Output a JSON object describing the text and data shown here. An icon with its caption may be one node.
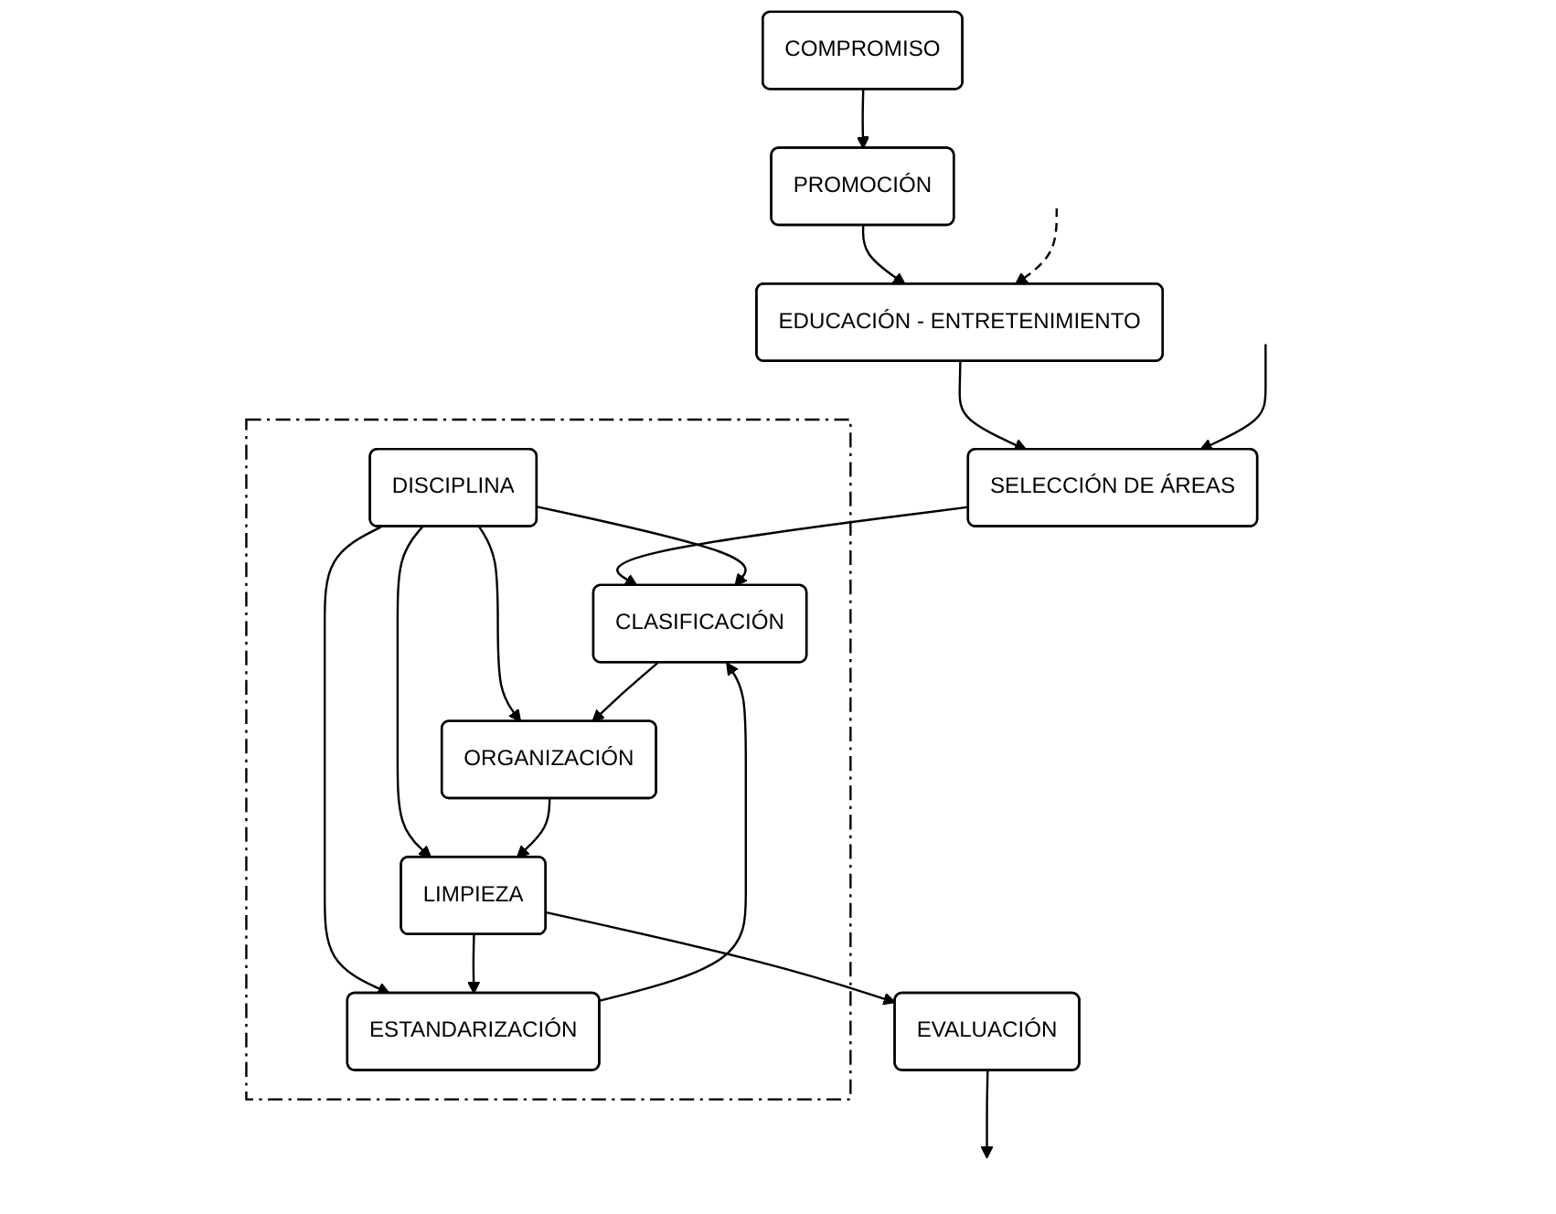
{
  "diagram": {
    "nodes": [
      {
        "text": [
          "COMPROMISO"
        ]
      },
      {
        "text": [
          "PROMOCIÓN"
        ]
      },
      {
        "text": [
          "EDUCACIÓN - ENTRETENIMIENTO"
        ]
      },
      {
        "text": [
          "SELECCIÓN DE ÁREAS"
        ]
      },
      {
        "text": [],
        "shape": "box"
      },
      {
        "text": [
          "CLASIFICACIÓN"
        ],
        "in": 4
      },
      {
        "text": [
          "ESTANDARIZACIÓN"
        ],
        "in": 4
      },
      {
        "text": [
          "DISCIPLINA"
        ],
        "in": 4
      },
      {
        "text": [
          "ORGANIZACIÓN"
        ],
        "in": 4
      },
      {
        "text": [
          "LIMPIEZA"
        ],
        "in": 4
      },
      {
        "text": [
          "EVALUACIÓN"
        ]
      }
    ],
    "edges": [
      {
        "from": 0,
        "to": 1,
        "arrow": "to"
      },
      {
        "from": 1,
        "to": 2,
        "arrow": "to"
      },
      {
        "from": 2,
        "to": 3,
        "arrow": "to"
      },
      {
        "from": 3,
        "to": 5,
        "arrow": "to"
      },
      {
        "from": 7,
        "to": 5,
        "arrow": "to"
      },
      {
        "from": 7,
        "to": 6,
        "arrow": "to"
      },
      {
        "from": 7,
        "to": 8,
        "arrow": "to"
      },
      {
        "from": 7,
        "to": 9,
        "arrow": "to"
      },
      {
        "from": 5,
        "to": 8,
        "arrow": "to"
      },
      {
        "from": 8,
        "to": 9,
        "arrow": "to"
      },
      {
        "from": 9,
        "to": 6,
        "arrow": "to"
      },
      {
        "from": 6,
        "to": 5,
        "arrow": "to"
      },
      {
        "from": 9,
        "to": 10,
        "arrow": "to"
      },
      {
        "from": null,
        "to": 2,
        "arrow": "to",
        "style": "dashed"
      },
      {
        "from": null,
        "to": 3,
        "arrow": "to"
      },
      {
        "from": 10,
        "to": null,
        "arrow": "to"
      }
    ]
  }
}
